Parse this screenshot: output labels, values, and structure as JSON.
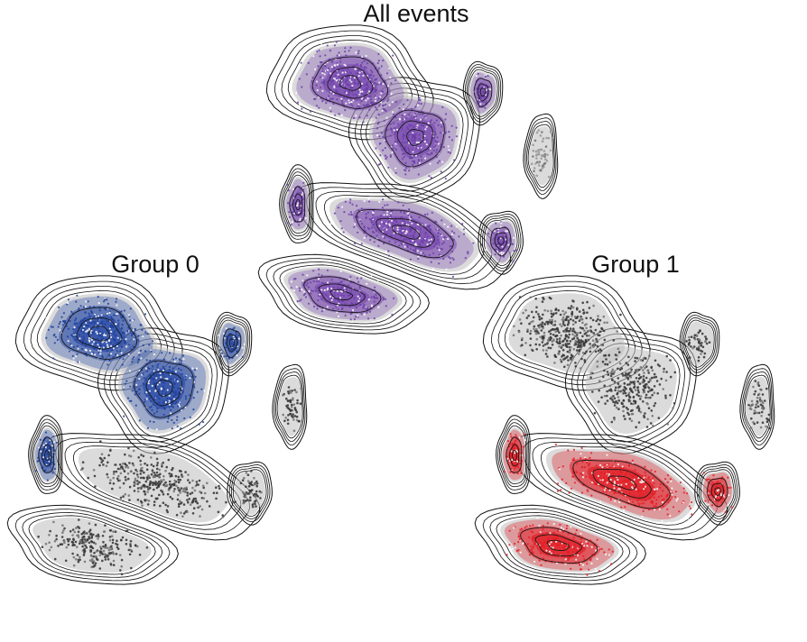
{
  "chart_data": [
    {
      "type": "scatter",
      "title": "All events",
      "highlight_color": "#7d4fb3",
      "density_color": "#6a3fa6",
      "background_color": "#9a9a9a",
      "highlighted_clusters": [
        "upper-large",
        "right-lobe",
        "middle-band",
        "small-right",
        "left-small",
        "lower-band",
        "top-right-small"
      ],
      "contours": true
    },
    {
      "type": "scatter",
      "title": "Group 0",
      "highlight_color": "#2f4fa8",
      "density_color": "#1f3f9a",
      "background_color": "#3a3a3a",
      "highlighted_clusters": [
        "upper-large",
        "right-lobe",
        "left-small",
        "top-right-small"
      ],
      "contours": true
    },
    {
      "type": "scatter",
      "title": "Group 1",
      "highlight_color": "#e0222a",
      "density_color": "#e51c23",
      "background_color": "#3a3a3a",
      "highlighted_clusters": [
        "middle-band",
        "small-right",
        "lower-band",
        "left-small"
      ],
      "contours": true
    }
  ]
}
